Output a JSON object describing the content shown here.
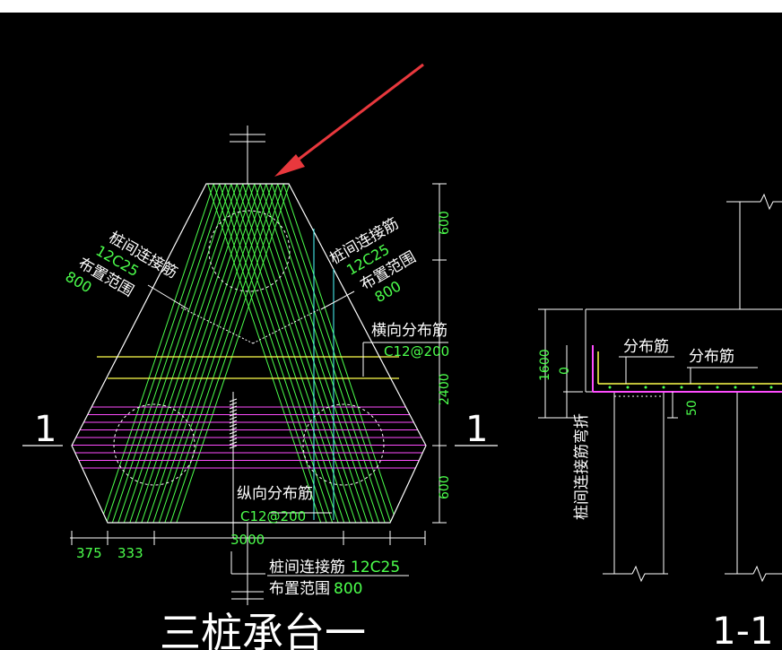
{
  "colors": {
    "background": "#000000",
    "outline": "#ffffff",
    "rebar_diagonal": "#4cff4c",
    "rebar_horizontal": "#ff4cff",
    "rebar_yellow": "#ffff4c",
    "cyan_line": "#4cffff",
    "dim_text": "#4cff4c",
    "label_text": "#ffffff",
    "arrow": "#e8383d",
    "magenta": "#ff4cff"
  },
  "plan": {
    "title": "三桩承台一",
    "section_left": "1",
    "section_right": "1",
    "left_label": {
      "line1": "桩间连接筋",
      "line2": "12C25",
      "line3": "布置范围",
      "line4": "800"
    },
    "right_label": {
      "line1": "桩间连接筋",
      "line2": "12C25",
      "line3": "布置范围",
      "line4": "800"
    },
    "transverse_label": "横向分布筋",
    "transverse_spec": "C12@200",
    "longitudinal_label": "纵向分布筋",
    "longitudinal_spec": "C12@200",
    "bottom_note_1": "桩间连接筋",
    "bottom_note_1_spec": "12C25",
    "bottom_note_2": "布置范围",
    "bottom_note_2_spec": "800",
    "dim_right": [
      "600",
      "2400",
      "600"
    ],
    "dim_bottom": [
      "375",
      "333"
    ],
    "dim_total": "3000"
  },
  "section": {
    "title": "1-1",
    "height_dim": "1600",
    "height_dim_2": "0",
    "small_dim": "50",
    "label_1": "分布筋",
    "label_2": "分布筋",
    "vertical_label": "桩间连接筋弯折"
  },
  "icons": {
    "arrow": "pointer-arrow-icon"
  }
}
